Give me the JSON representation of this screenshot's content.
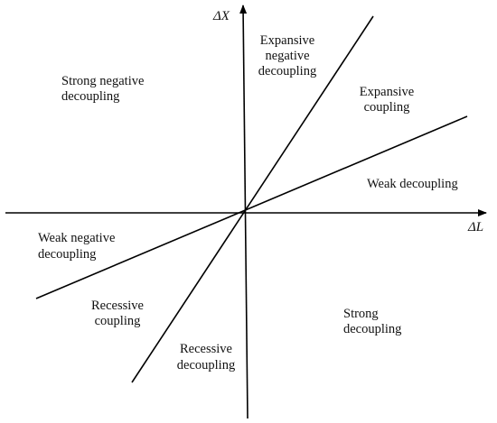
{
  "axes": {
    "x_label": "ΔL",
    "y_label": "ΔX"
  },
  "regions": {
    "expansive_negative_decoupling": [
      "Expansive",
      "negative",
      "decoupling"
    ],
    "strong_negative_decoupling": [
      "Strong negative",
      "decoupling"
    ],
    "expansive_coupling": [
      "Expansive",
      "coupling"
    ],
    "weak_decoupling": [
      "Weak decoupling"
    ],
    "weak_negative_decoupling": [
      "Weak negative",
      "decoupling"
    ],
    "recessive_coupling": [
      "Recessive",
      "coupling"
    ],
    "recessive_decoupling": [
      "Recessive",
      "decoupling"
    ],
    "strong_decoupling": [
      "Strong",
      "decoupling"
    ]
  },
  "colors": {
    "line": "#000000",
    "text": "#111111",
    "background": "#ffffff"
  }
}
